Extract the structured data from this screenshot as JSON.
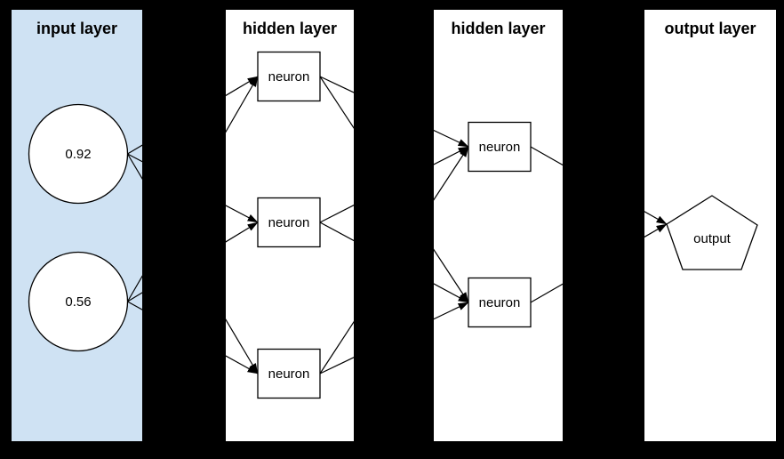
{
  "diagram": {
    "kind": "neural-network",
    "colors": {
      "background": "#000000",
      "input_panel": "#cfe2f3",
      "panel": "#ffffff",
      "node_fill": "#ffffff",
      "stroke": "#000000"
    },
    "layers": [
      {
        "title": "input layer",
        "nodes": [
          {
            "label": "0.92",
            "shape": "circle"
          },
          {
            "label": "0.56",
            "shape": "circle"
          }
        ]
      },
      {
        "title": "hidden layer",
        "nodes": [
          {
            "label": "neuron",
            "shape": "rect"
          },
          {
            "label": "neuron",
            "shape": "rect"
          },
          {
            "label": "neuron",
            "shape": "rect"
          }
        ]
      },
      {
        "title": "hidden layer",
        "nodes": [
          {
            "label": "neuron",
            "shape": "rect"
          },
          {
            "label": "neuron",
            "shape": "rect"
          }
        ]
      },
      {
        "title": "output layer",
        "nodes": [
          {
            "label": "output",
            "shape": "pentagon"
          }
        ]
      }
    ],
    "edges": [
      {
        "from": "input-1",
        "to": "hidden1-1"
      },
      {
        "from": "input-1",
        "to": "hidden1-2"
      },
      {
        "from": "input-1",
        "to": "hidden1-3"
      },
      {
        "from": "input-2",
        "to": "hidden1-1"
      },
      {
        "from": "input-2",
        "to": "hidden1-2"
      },
      {
        "from": "input-2",
        "to": "hidden1-3"
      },
      {
        "from": "hidden1-1",
        "to": "hidden2-1"
      },
      {
        "from": "hidden1-1",
        "to": "hidden2-2"
      },
      {
        "from": "hidden1-2",
        "to": "hidden2-1"
      },
      {
        "from": "hidden1-2",
        "to": "hidden2-2"
      },
      {
        "from": "hidden1-3",
        "to": "hidden2-1"
      },
      {
        "from": "hidden1-3",
        "to": "hidden2-2"
      },
      {
        "from": "hidden2-1",
        "to": "output-1"
      },
      {
        "from": "hidden2-2",
        "to": "output-1"
      }
    ]
  }
}
